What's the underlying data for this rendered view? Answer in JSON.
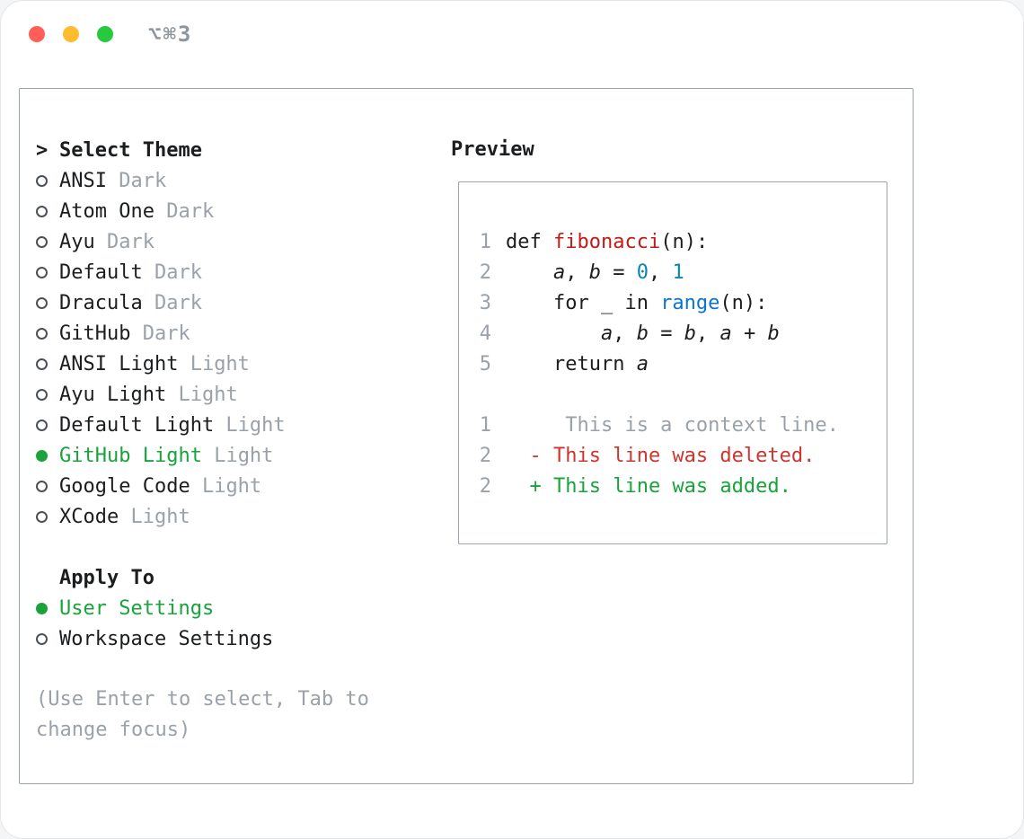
{
  "window": {
    "title": "⌥⌘3"
  },
  "colors": {
    "green": "#1aa23b",
    "red": "#d0342c",
    "funcred": "#c41a16",
    "blue": "#0b74cf",
    "teal": "#0a87ad",
    "gray": "#9aa1a9",
    "ink": "#1b1d1f",
    "border": "#9aa3ab",
    "circle": "#4c5157",
    "traffic_red": "#ff5f57",
    "traffic_yellow": "#febc2e",
    "traffic_green": "#27c93f"
  },
  "theme_selector": {
    "prompt": ">",
    "heading": "Select Theme",
    "items": [
      {
        "label": "ANSI",
        "variant": "Dark",
        "selected": false
      },
      {
        "label": "Atom One",
        "variant": "Dark",
        "selected": false
      },
      {
        "label": "Ayu",
        "variant": "Dark",
        "selected": false
      },
      {
        "label": "Default",
        "variant": "Dark",
        "selected": false
      },
      {
        "label": "Dracula",
        "variant": "Dark",
        "selected": false
      },
      {
        "label": "GitHub",
        "variant": "Dark",
        "selected": false
      },
      {
        "label": "ANSI Light",
        "variant": "Light",
        "selected": false
      },
      {
        "label": "Ayu Light",
        "variant": "Light",
        "selected": false
      },
      {
        "label": "Default Light",
        "variant": "Light",
        "selected": false
      },
      {
        "label": "GitHub Light",
        "variant": "Light",
        "selected": true
      },
      {
        "label": "Google Code",
        "variant": "Light",
        "selected": false
      },
      {
        "label": "XCode",
        "variant": "Light",
        "selected": false
      }
    ]
  },
  "apply_to": {
    "heading": "Apply To",
    "options": [
      {
        "label": "User Settings",
        "selected": true
      },
      {
        "label": "Workspace Settings",
        "selected": false
      }
    ]
  },
  "hint": {
    "text": "(Use Enter to select, Tab to change focus)"
  },
  "preview": {
    "heading": "Preview",
    "lines": [
      {
        "num": "1",
        "tokens": [
          {
            "t": "def ",
            "s": "plain"
          },
          {
            "t": "fibonacci",
            "s": "func"
          },
          {
            "t": "(n):",
            "s": "plain"
          }
        ]
      },
      {
        "num": "2",
        "tokens": [
          {
            "t": "    ",
            "s": "plain"
          },
          {
            "t": "a",
            "s": "var"
          },
          {
            "t": ", ",
            "s": "plain"
          },
          {
            "t": "b",
            "s": "var"
          },
          {
            "t": " = ",
            "s": "plain"
          },
          {
            "t": "0",
            "s": "num"
          },
          {
            "t": ", ",
            "s": "plain"
          },
          {
            "t": "1",
            "s": "num"
          }
        ]
      },
      {
        "num": "3",
        "tokens": [
          {
            "t": "    for _ in ",
            "s": "plain"
          },
          {
            "t": "range",
            "s": "builtin"
          },
          {
            "t": "(n):",
            "s": "plain"
          }
        ]
      },
      {
        "num": "4",
        "tokens": [
          {
            "t": "        ",
            "s": "plain"
          },
          {
            "t": "a",
            "s": "var"
          },
          {
            "t": ", ",
            "s": "plain"
          },
          {
            "t": "b",
            "s": "var"
          },
          {
            "t": " = ",
            "s": "plain"
          },
          {
            "t": "b",
            "s": "var"
          },
          {
            "t": ", ",
            "s": "plain"
          },
          {
            "t": "a",
            "s": "var"
          },
          {
            "t": " + ",
            "s": "plain"
          },
          {
            "t": "b",
            "s": "var"
          }
        ]
      },
      {
        "num": "5",
        "tokens": [
          {
            "t": "    return ",
            "s": "plain"
          },
          {
            "t": "a",
            "s": "var"
          }
        ]
      },
      {
        "num": "",
        "tokens": []
      },
      {
        "num": "1",
        "tokens": [
          {
            "t": "     This is a context line.",
            "s": "context"
          }
        ]
      },
      {
        "num": "2",
        "tokens": [
          {
            "t": "  - This line was deleted.",
            "s": "deleted"
          }
        ]
      },
      {
        "num": "2",
        "tokens": [
          {
            "t": "  + This line was added.",
            "s": "added"
          }
        ]
      }
    ]
  }
}
